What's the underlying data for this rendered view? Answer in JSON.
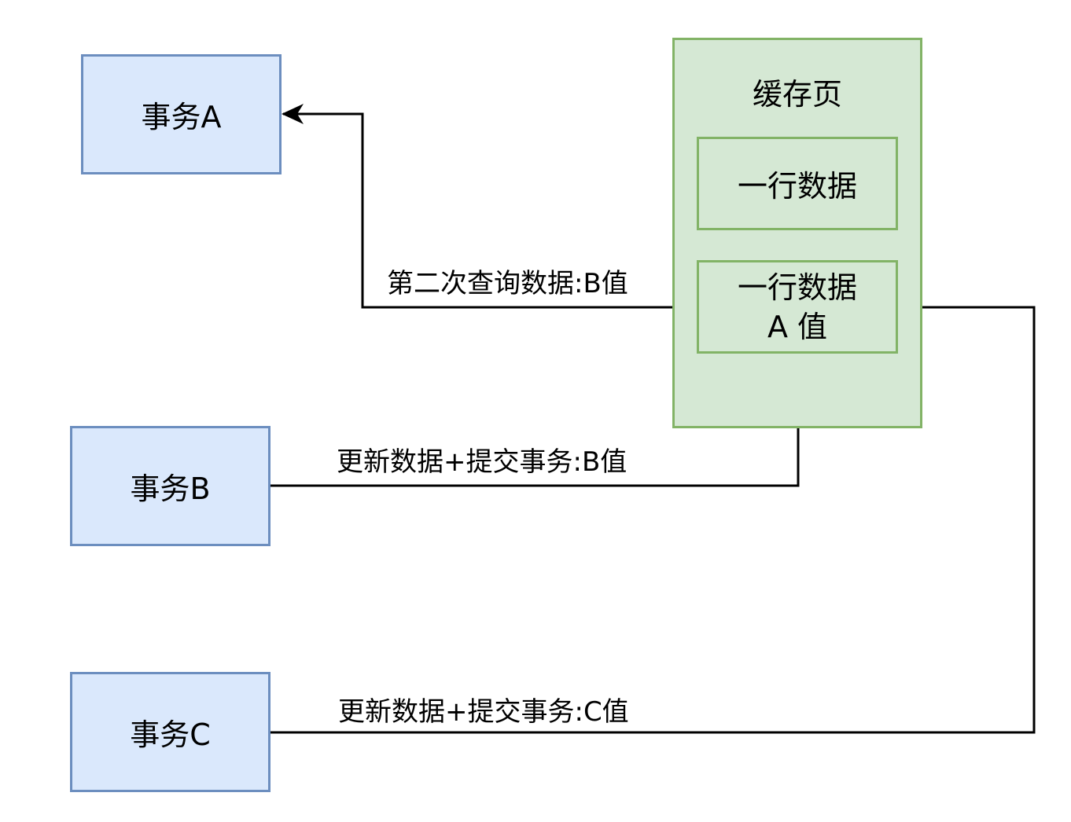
{
  "transactions": {
    "a": {
      "label": "事务A"
    },
    "b": {
      "label": "事务B"
    },
    "c": {
      "label": "事务C"
    }
  },
  "cache_page": {
    "title": "缓存页",
    "rows": [
      {
        "line1": "一行数据"
      },
      {
        "line1": "一行数据",
        "line2": "A 值"
      }
    ]
  },
  "edges": [
    {
      "from": "缓存页.row2",
      "to": "事务A",
      "label": "第二次查询数据:B值"
    },
    {
      "from": "事务B",
      "to": "缓存页.row2",
      "label": "更新数据+提交事务:B值"
    },
    {
      "from": "事务C",
      "to": "缓存页.row2",
      "label": "更新数据+提交事务:C值"
    }
  ],
  "colors": {
    "transaction_fill": "#dae8fc",
    "transaction_stroke": "#6c8ebf",
    "cache_fill": "#d5e8d4",
    "cache_stroke": "#82b366",
    "edge": "#000000"
  }
}
